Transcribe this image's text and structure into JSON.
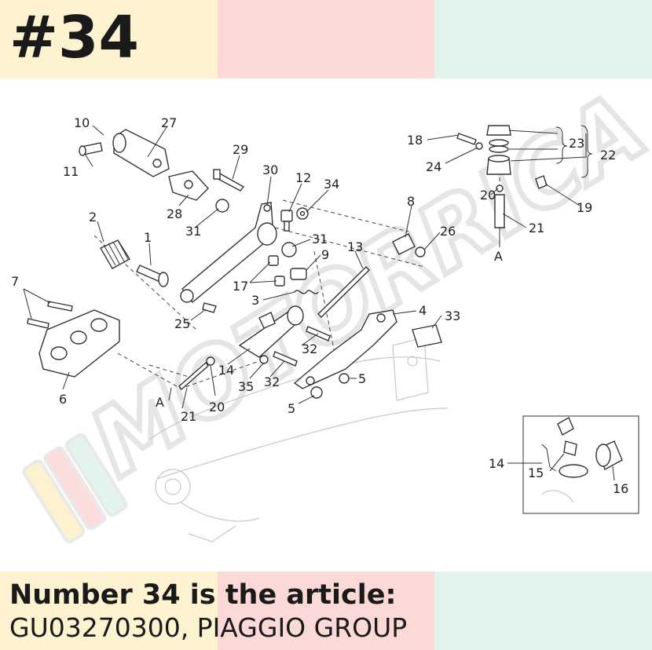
{
  "header": {
    "title": "#34"
  },
  "caption": {
    "line1": "Number 34 is the article:",
    "line2": "GU03270300, PIAGGIO GROUP"
  },
  "watermark": {
    "text": "MOTORRICA"
  },
  "diagram": {
    "callouts": [
      "10",
      "27",
      "11",
      "29",
      "30",
      "12",
      "34",
      "28",
      "31",
      "2",
      "1",
      "8",
      "26",
      "31",
      "9",
      "13",
      "17",
      "7",
      "3",
      "25",
      "4",
      "33",
      "32",
      "14",
      "32",
      "35",
      "5",
      "6",
      "20",
      "21",
      "5",
      "18",
      "23",
      "22",
      "24",
      "20",
      "19",
      "21",
      "14",
      "15",
      "16"
    ],
    "markers": [
      "A",
      "A"
    ]
  }
}
